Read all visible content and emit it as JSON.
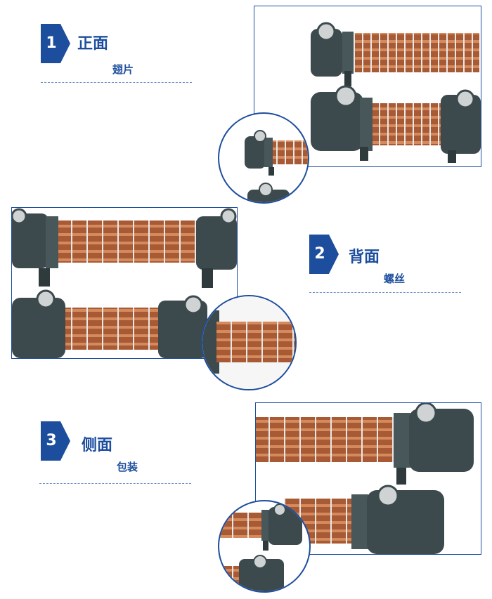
{
  "sections": [
    {
      "num": "1",
      "title": "正面",
      "subtitle": "翅片"
    },
    {
      "num": "2",
      "title": "背面",
      "subtitle": "螺丝"
    },
    {
      "num": "3",
      "title": "侧面",
      "subtitle": "包装"
    }
  ],
  "colors": {
    "accent": "#1d4e9e",
    "body": "#3c4a4d",
    "copper": "#b8643c",
    "wire": "#e6e6e6"
  },
  "icons": {
    "badge": "chevron-badge",
    "cooler": "tube-cooler-photo"
  }
}
